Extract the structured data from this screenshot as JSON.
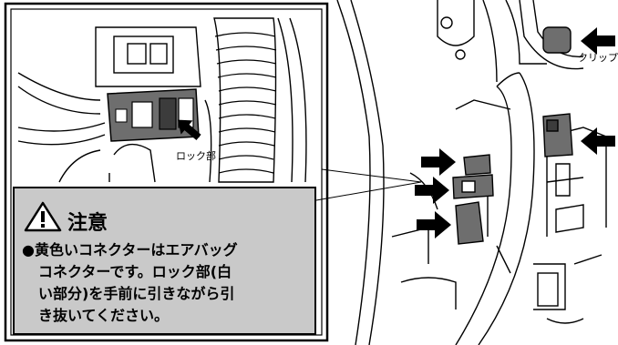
{
  "labels": {
    "lock": "ロック部",
    "clip": "クリップ"
  },
  "caution": {
    "title": "注意",
    "line1": "●黄色いコネクターはエアバッグ",
    "line2": "コネクターです。ロック部(白",
    "line3": "い部分)を手前に引きながら引",
    "line4": "き抜いてください。"
  },
  "colors": {
    "caution_bg": "#c9c9c9",
    "connector_fill": "#6e6e6e"
  },
  "icons": [
    "warning-triangle-icon",
    "arrow-left-icon",
    "arrow-right-icon"
  ]
}
